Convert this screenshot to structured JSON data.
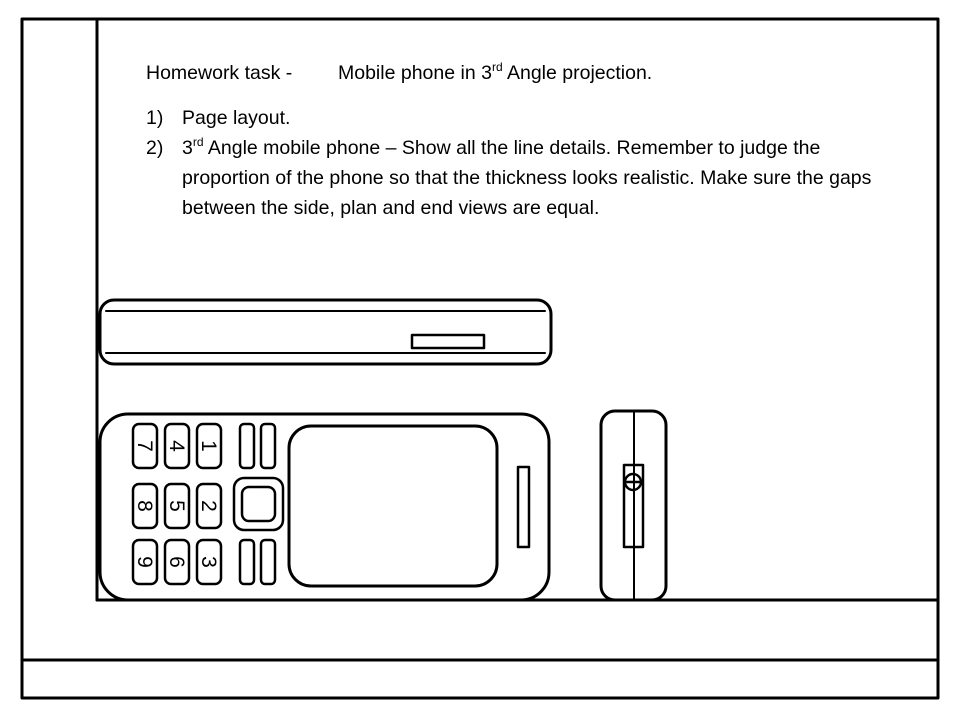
{
  "task": {
    "label": "Homework task -",
    "title_parts": [
      "Mobile phone in 3",
      "rd",
      " Angle projection."
    ]
  },
  "instructions": [
    {
      "number": "1)",
      "text_parts": [
        "Page layout."
      ]
    },
    {
      "number": "2)",
      "text_parts": [
        "3",
        "rd",
        " Angle mobile phone – Show all the line details. Remember to judge the proportion of the phone so that the thickness looks realistic. Make sure the gaps between the side, plan and end views are equal."
      ]
    }
  ],
  "keypad": {
    "row_top": [
      "7",
      "4",
      "1"
    ],
    "row_middle": [
      "8",
      "5",
      "2"
    ],
    "row_bottom": [
      "9",
      "6",
      "3"
    ]
  },
  "end_view": {
    "button_symbol": "⦵"
  },
  "colors": {
    "line": "#000000",
    "background": "#ffffff"
  }
}
